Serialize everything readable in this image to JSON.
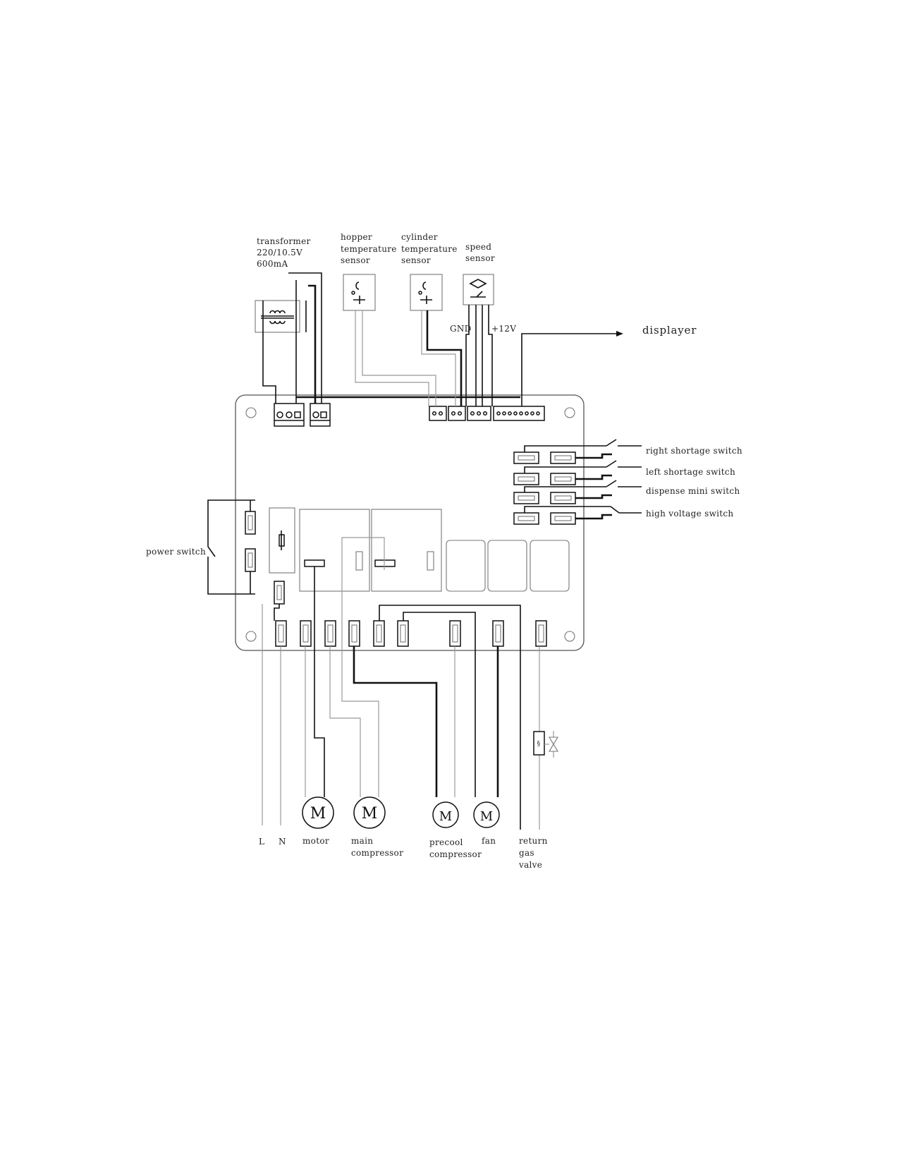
{
  "labels": {
    "transformer": [
      "transformer",
      "220/10.5V",
      "600mA"
    ],
    "hopper_sensor": [
      "hopper",
      "temperature",
      "sensor"
    ],
    "cylinder_sensor": [
      "cylinder",
      "temperature",
      "sensor"
    ],
    "speed_sensor": [
      "speed",
      "sensor"
    ],
    "gnd": "GND",
    "plus12v": "+12V",
    "displayer": "displayer",
    "right_shortage": "right shortage switch",
    "left_shortage": "left shortage switch",
    "dispense_mini": "dispense mini switch",
    "high_voltage": "high voltage switch",
    "power_switch": "power switch",
    "L": "L",
    "N": "N",
    "motor": [
      "motor"
    ],
    "main_compressor": [
      "main",
      "compressor"
    ],
    "precool_compressor": [
      "precool",
      "compressor"
    ],
    "fan": [
      "fan"
    ],
    "return_gas_valve": [
      "return",
      "gas",
      "valve"
    ],
    "motor_symbol": "M"
  }
}
